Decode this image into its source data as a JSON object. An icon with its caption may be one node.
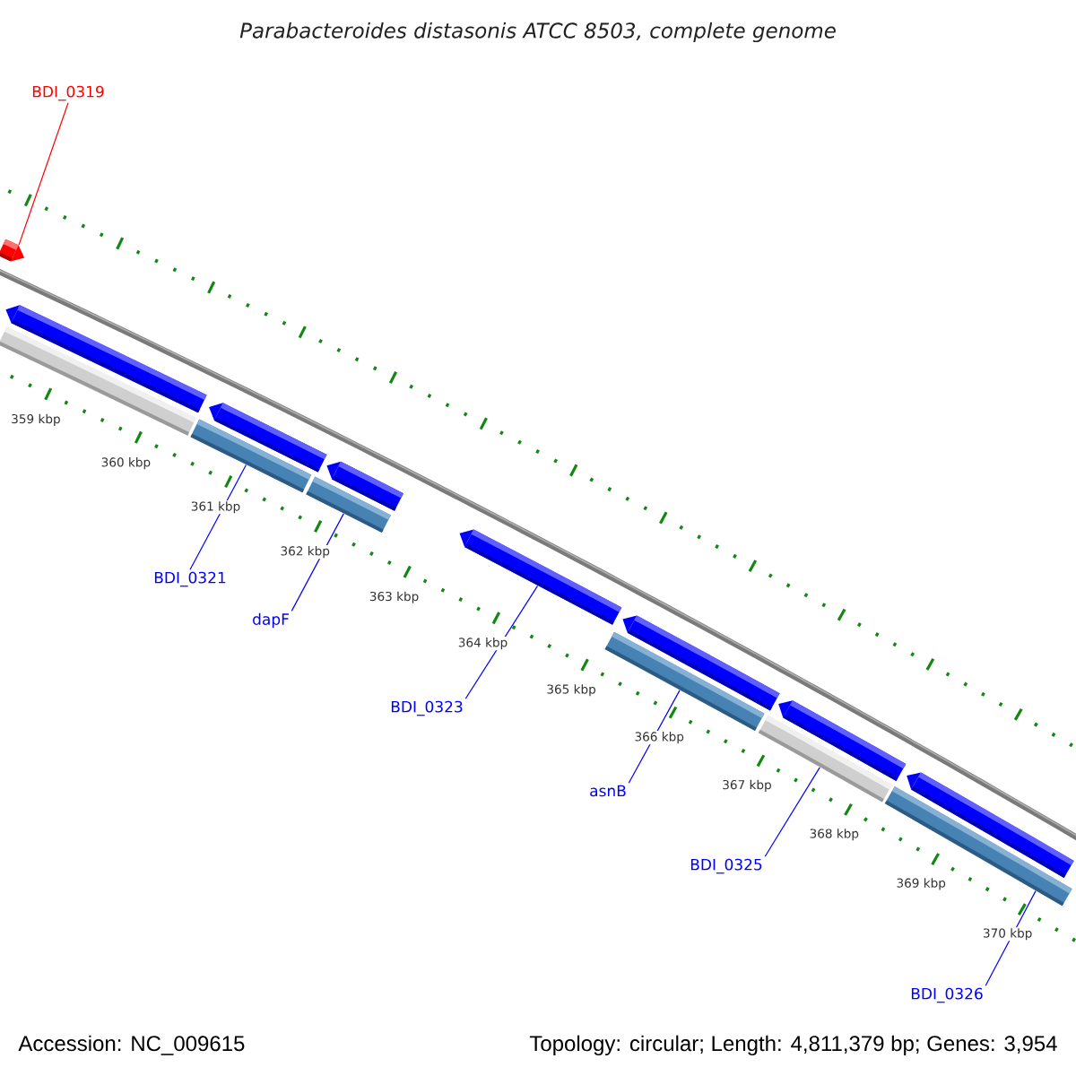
{
  "diagram": {
    "title": "Parabacteroides distasonis ATCC 8503, complete genome",
    "nodes": [
      {
        "text": [
          "BDI_0319"
        ]
      },
      {
        "text": [
          "BDI_0321"
        ]
      },
      {
        "text": [
          "dapF"
        ]
      },
      {
        "text": [
          "BDI_0323"
        ]
      },
      {
        "text": [
          "asnB"
        ]
      },
      {
        "text": [
          "BDI_0325"
        ]
      },
      {
        "text": [
          "BDI_0326"
        ]
      },
      {
        "text": [],
        "shape": "arrow"
      },
      {
        "text": [],
        "shape": "bar"
      },
      {
        "text": [],
        "shape": "arrow"
      },
      {
        "text": [],
        "shape": "bar"
      },
      {
        "text": [],
        "shape": "arrow"
      },
      {
        "text": [],
        "shape": "bar"
      },
      {
        "text": [],
        "shape": "arrow"
      },
      {
        "text": [],
        "shape": "arrow"
      },
      {
        "text": [],
        "shape": "bar"
      },
      {
        "text": [],
        "shape": "arrow"
      },
      {
        "text": [],
        "shape": "bar"
      },
      {
        "text": [],
        "shape": "arrow"
      },
      {
        "text": [],
        "shape": "bar"
      },
      {
        "text": [],
        "shape": "arrow"
      }
    ],
    "edges": [
      {
        "from": 0,
        "to": 7,
        "arrow": "none",
        "color": "#ff0000"
      },
      {
        "from": 1,
        "to": 10,
        "arrow": "none"
      },
      {
        "from": 2,
        "to": 12,
        "arrow": "none"
      },
      {
        "from": 3,
        "to": 14,
        "arrow": "none"
      },
      {
        "from": 4,
        "to": 15,
        "arrow": "none"
      },
      {
        "from": 5,
        "to": 17,
        "arrow": "none"
      },
      {
        "from": 6,
        "to": 19,
        "arrow": "none"
      }
    ],
    "labels": [
      "359 kbp",
      "360 kbp",
      "361 kbp",
      "362 kbp",
      "363 kbp",
      "364 kbp",
      "365 kbp",
      "366 kbp",
      "367 kbp",
      "368 kbp",
      "369 kbp",
      "370 kbp",
      "Accession: NC_009615",
      "Topology: circular; Length: 4,811,379 bp; Genes: 3,954"
    ]
  }
}
